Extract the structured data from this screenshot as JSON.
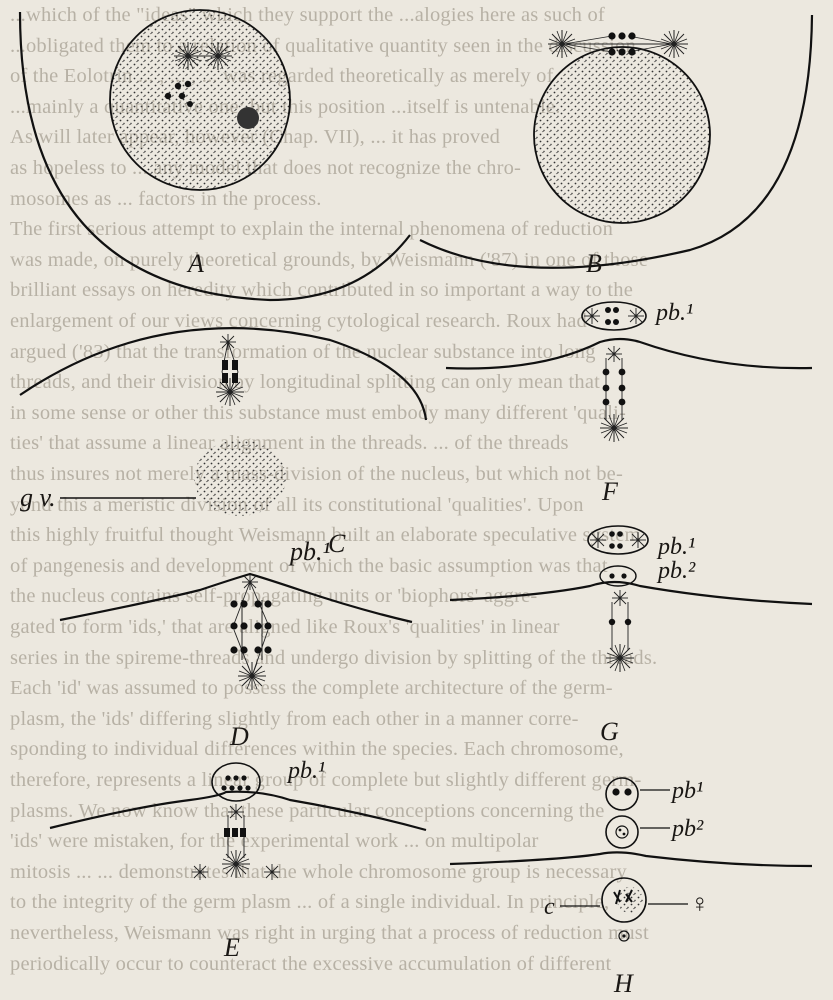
{
  "background_text": [
    "...which of the \"ideas\" which they support the ...alogies here as such of",
    "...obligated them to a relation of qualitative quantity seen in the discussion",
    "of the Eolotrin ... , ... , ... was regarded theoretically as merely of",
    "...mainly a quantitative one; but this position ...itself is untenable.",
    "As will later appear, however (Chap. VII), ... it has proved",
    "as hopeless to ... any model that does not recognize the chro-",
    "mosomes as ... factors in the process.",
    "The first serious attempt to explain the internal phenomena of reduction",
    "was made, on purely theoretical grounds, by Weismann ('87) in one of those",
    "brilliant essays on heredity which contributed in so important a way to the",
    "enlargement of our views concerning cytological research. Roux had",
    "argued ('83) that the transformation of the nuclear substance into long",
    "threads, and their division by longitudinal splitting can only mean that",
    "in some sense or other this substance must embody many different 'quali-",
    "ties' that assume a linear alignment in the threads. ... of the threads",
    "thus insures not merely a mass-division of the nucleus, but which not be-",
    "yond this a meristic division of all its constitutional 'qualities'. Upon",
    "this highly fruitful thought Weismann built an elaborate speculative system",
    "of pangenesis and development of which the basic assumption was that",
    "the nucleus contains self-propagating units or 'biophors' aggre-",
    "gated to form 'ids,' that are aligned like Roux's 'qualities' in linear",
    "series in the spireme-threads and undergo division by splitting of the threads.",
    "Each 'id' was assumed to possess the complete architecture of the germ-",
    "plasm, the 'ids' differing slightly from each other in a manner corre-",
    "sponding to individual differences within the species. Each chromosome,",
    "therefore, represents a linear group of complete but slightly different germ-",
    "plasms. We now know that these particular conceptions concerning the",
    "'ids' were mistaken, for the experimental work ... on multipolar",
    "mitosis ... ... demonstrates that the whole chromosome group is necessary",
    "to the integrity of the germ plasm ... of a single individual. In principle,",
    "nevertheless, Weismann was right in urging that a process of reduction must",
    "periodically occur to counteract the excessive accumulation of different"
  ],
  "figure": {
    "panel_labels": [
      "A",
      "B",
      "C",
      "D",
      "E",
      "F",
      "G",
      "H"
    ],
    "annotations": {
      "gv": "g v.",
      "pb1": "pb.¹",
      "pb2": "pb.²",
      "pb1_plain": "pb¹",
      "pb2_plain": "pb²",
      "c": "c",
      "female": "♀"
    }
  }
}
